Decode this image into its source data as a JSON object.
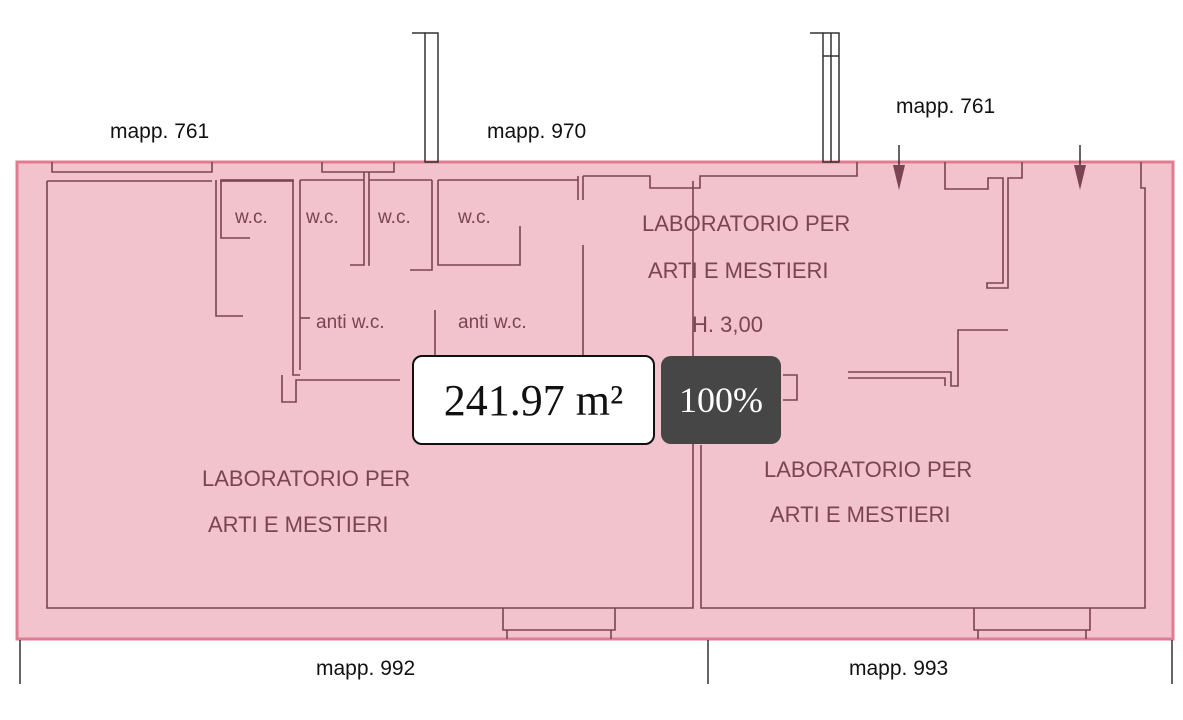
{
  "colors": {
    "fill": "#f2c3cd",
    "outline": "#e07c90",
    "wall": "#7a4452",
    "badge_dark": "#464646"
  },
  "parcels": {
    "top_left": "mapp. 761",
    "top_center": "mapp. 970",
    "top_right": "mapp. 761",
    "bottom_left": "mapp. 992",
    "bottom_right": "mapp. 993"
  },
  "rooms": {
    "wc_labels": [
      "w.c.",
      "w.c.",
      "w.c.",
      "w.c."
    ],
    "anti_wc_labels": [
      "anti w.c.",
      "anti w.c."
    ],
    "lab_top": {
      "line1": "LABORATORIO PER",
      "line2": "ARTI E MESTIERI",
      "height": "H. 3,00"
    },
    "lab_left": {
      "line1": "LABORATORIO PER",
      "line2": "ARTI E MESTIERI"
    },
    "lab_right": {
      "line1": "LABORATORIO PER",
      "line2": "ARTI E MESTIERI"
    }
  },
  "overlay": {
    "area": "241.97 m²",
    "share": "100%"
  }
}
